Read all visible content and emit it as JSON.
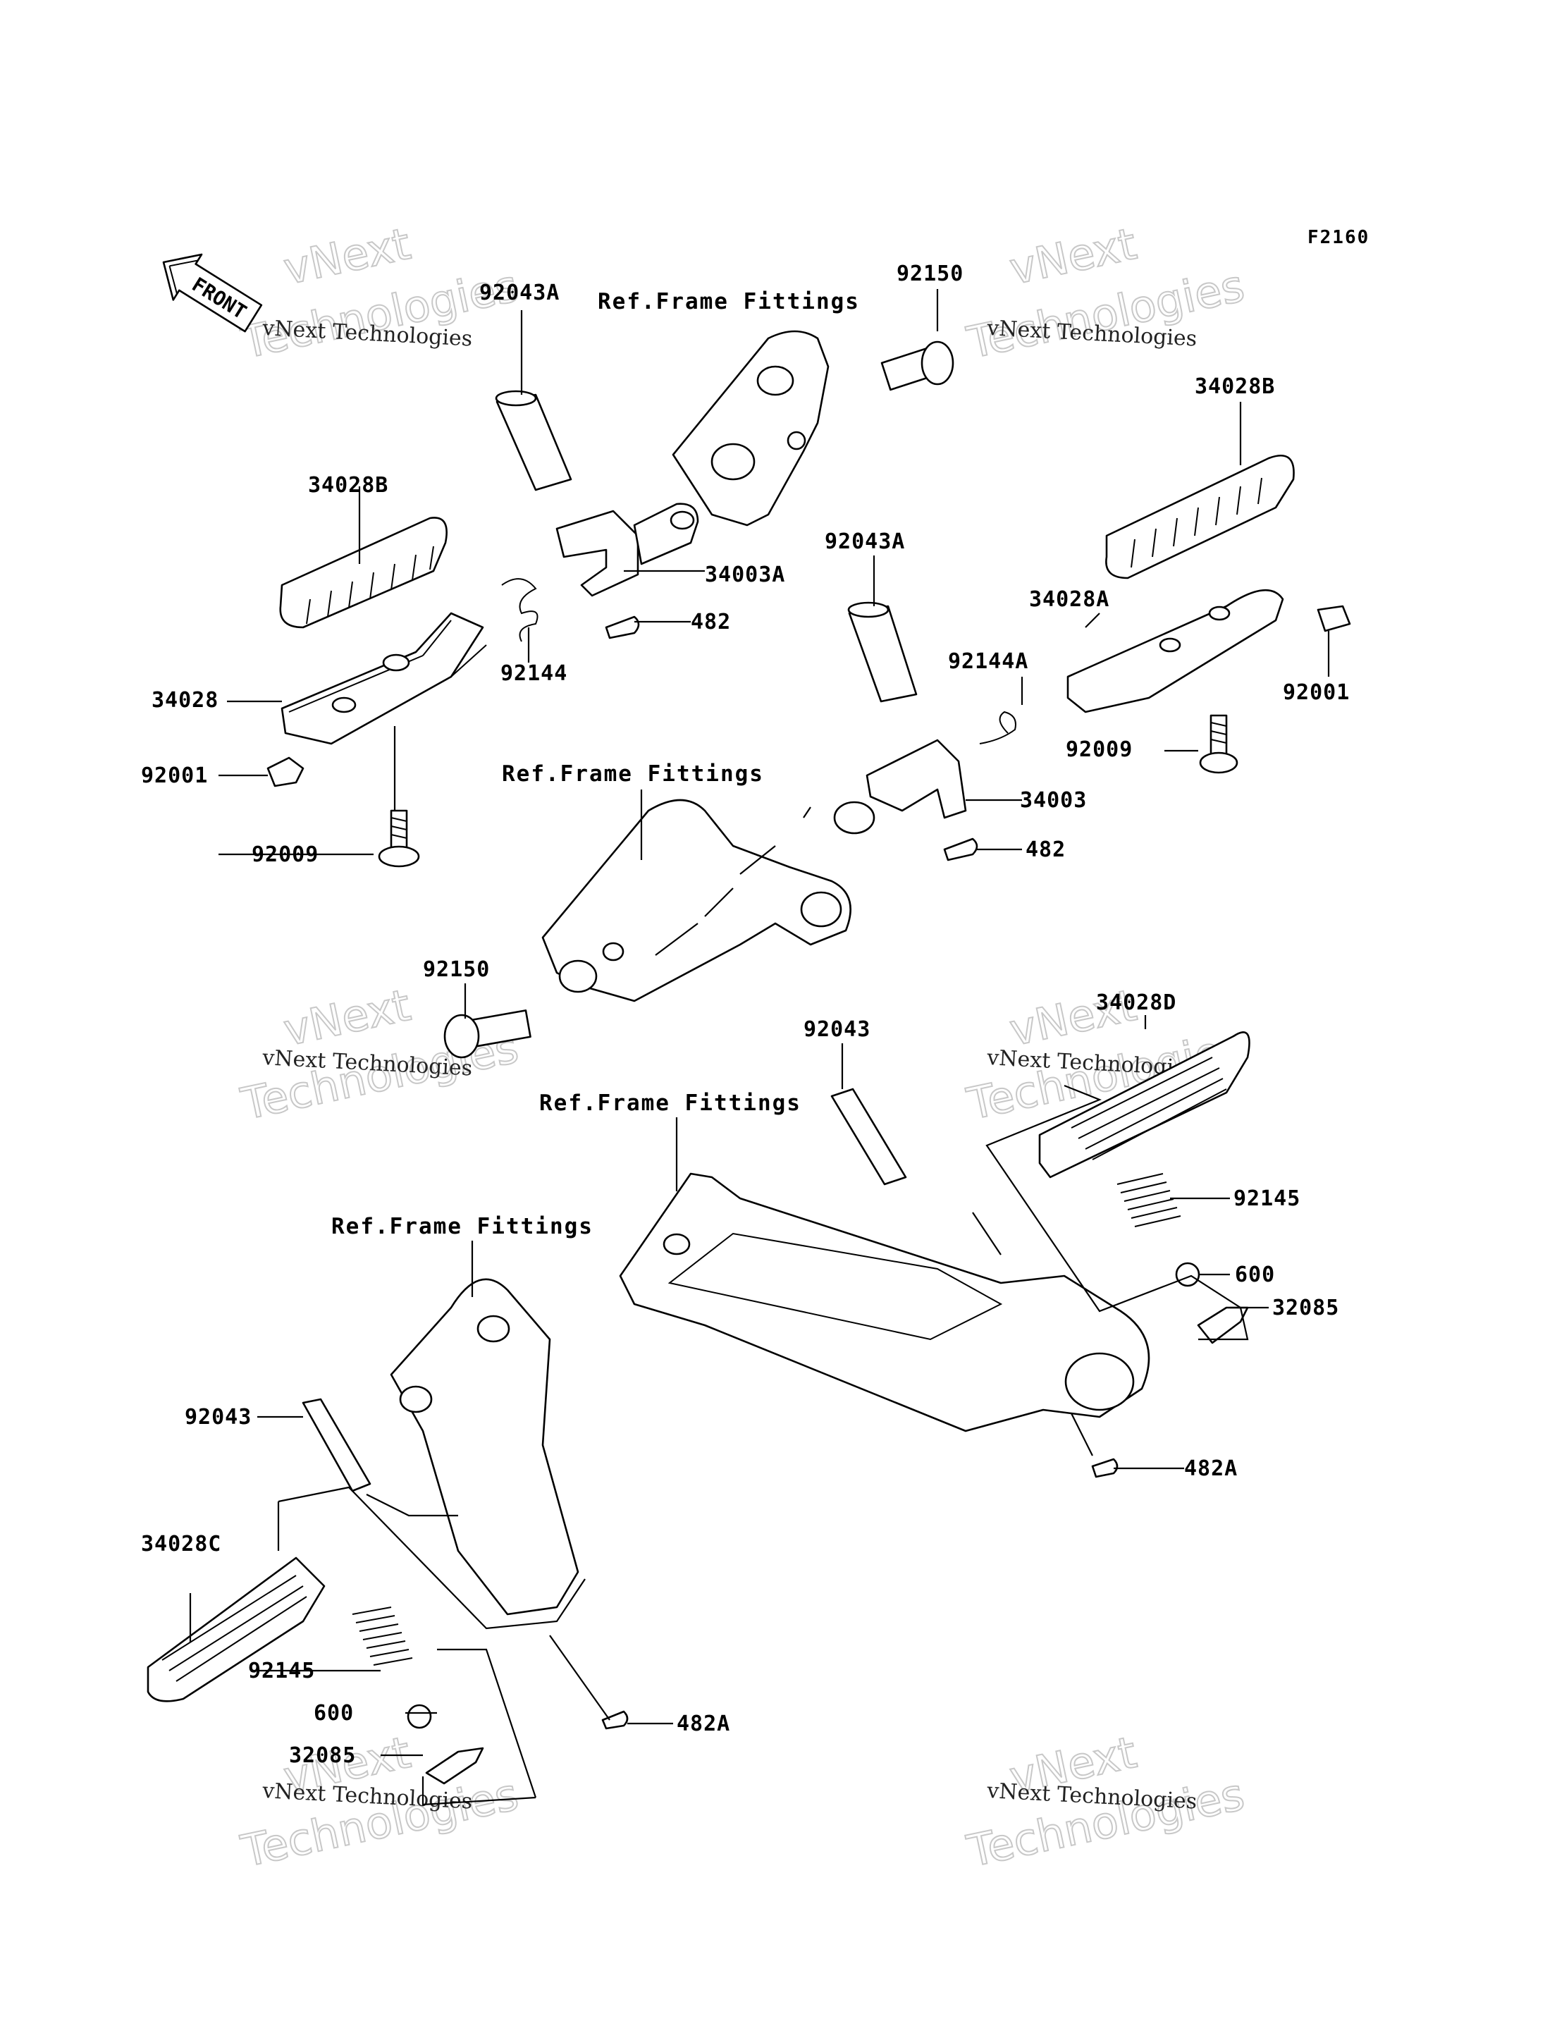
{
  "diagram_code": "F2160",
  "front_arrow": {
    "label": "FRONT",
    "icon": "front-arrow-icon"
  },
  "ref_labels": [
    "Ref.Frame Fittings",
    "Ref.Frame Fittings",
    "Ref.Frame Fittings",
    "Ref.Frame Fittings"
  ],
  "part_labels": [
    "92043A",
    "92150",
    "34028B",
    "34028B",
    "34003A",
    "482",
    "92144",
    "34028",
    "92001",
    "92009",
    "92043A",
    "92144A",
    "34028A",
    "92001",
    "92009",
    "34003",
    "482",
    "92150",
    "34028D",
    "92043",
    "92145",
    "600",
    "32085",
    "482A",
    "92043",
    "34028C",
    "92145",
    "600",
    "32085",
    "482A"
  ],
  "watermarks": [
    {
      "small": "vNext Technologies",
      "big_top": "vNext",
      "big_bottom": "Technologies"
    },
    {
      "small": "vNext Technologies",
      "big_top": "vNext",
      "big_bottom": "Technologies"
    },
    {
      "small": "vNext Technologies",
      "big_top": "vNext",
      "big_bottom": "Technologies"
    },
    {
      "small": "vNext Technologies",
      "big_top": "vNext",
      "big_bottom": "Technologies"
    },
    {
      "small": "vNext Technologies",
      "big_top": "vNext",
      "big_bottom": "Technologies"
    },
    {
      "small": "vNext Technologies",
      "big_top": "vNext",
      "big_bottom": "Technologies"
    }
  ]
}
